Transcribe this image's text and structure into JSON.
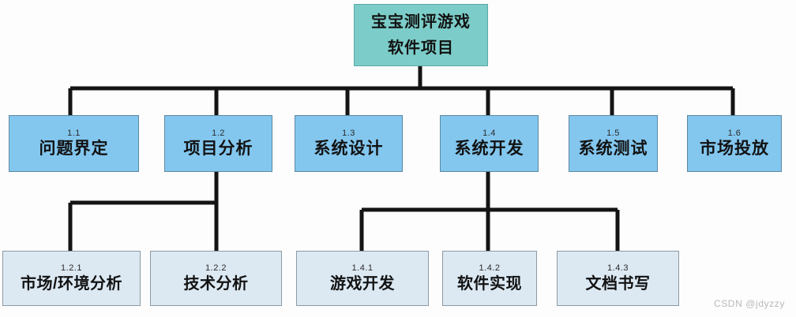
{
  "diagram": {
    "type": "work-breakdown-structure",
    "title_text": "宝宝测评游戏软件项目",
    "colors": {
      "root_fill": "#7ccdc9",
      "level1_fill": "#83c7ef",
      "level2_fill": "#dce9f3",
      "connector": "#141414",
      "border": "#7f8c93",
      "watermark": "#b9b9b9"
    }
  },
  "root": {
    "line1": "宝宝测评游戏",
    "line2": "软件项目"
  },
  "level1": [
    {
      "code": "1.1",
      "label": "问题界定"
    },
    {
      "code": "1.2",
      "label": "项目分析"
    },
    {
      "code": "1.3",
      "label": "系统设计"
    },
    {
      "code": "1.4",
      "label": "系统开发"
    },
    {
      "code": "1.5",
      "label": "系统测试"
    },
    {
      "code": "1.6",
      "label": "市场投放"
    }
  ],
  "level2": [
    {
      "code": "1.2.1",
      "label": "市场/环境分析",
      "parent": "1.2"
    },
    {
      "code": "1.2.2",
      "label": "技术分析",
      "parent": "1.2"
    },
    {
      "code": "1.4.1",
      "label": "游戏开发",
      "parent": "1.4"
    },
    {
      "code": "1.4.2",
      "label": "软件实现",
      "parent": "1.4"
    },
    {
      "code": "1.4.3",
      "label": "文档书写",
      "parent": "1.4"
    }
  ],
  "watermark": {
    "text": "CSDN @jdyzzy"
  }
}
